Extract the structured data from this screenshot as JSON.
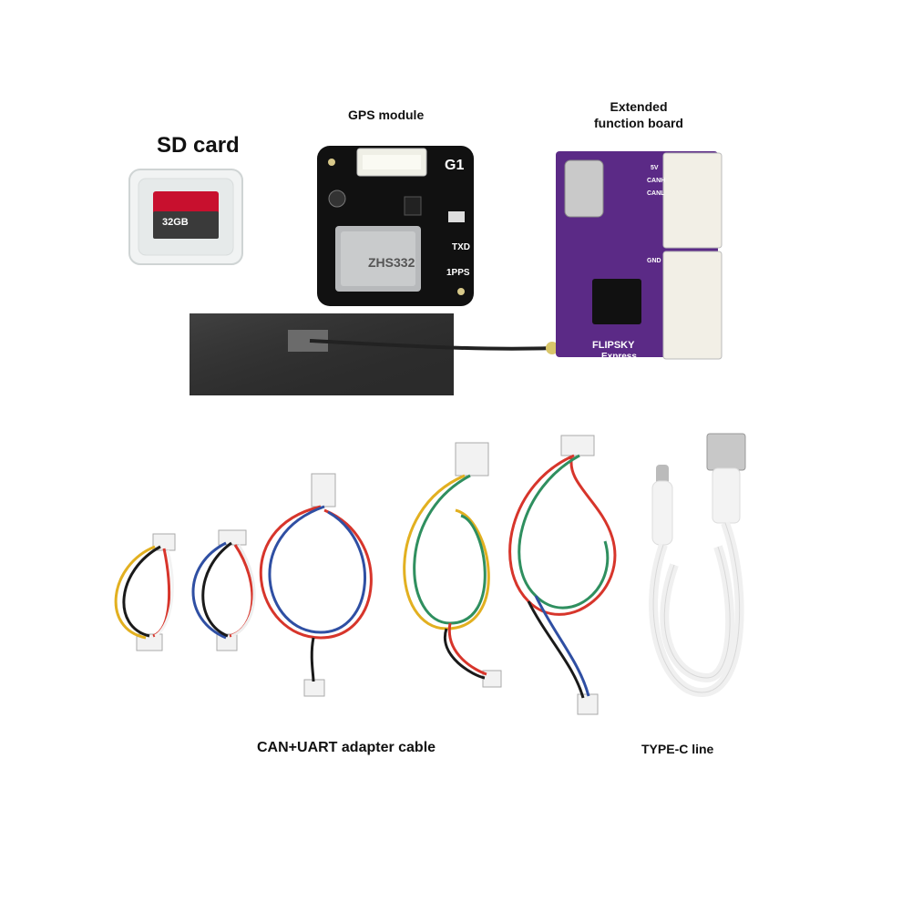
{
  "labels": {
    "sd_card": "SD card",
    "gps_module": "GPS module",
    "extended_line1": "Extended",
    "extended_line2": "function board",
    "can_uart": "CAN+UART adapter cable",
    "type_c": "TYPE-C line"
  },
  "printed": {
    "sd_capacity": "32GB",
    "gps_board_id": "G1",
    "gps_txd": "TXD",
    "gps_1pps": "1PPS",
    "gps_chip": "ZHS332",
    "board_brand": "FLIPSKY",
    "board_model": "Express",
    "pin_5v": "5V",
    "pin_canh": "CANH",
    "pin_canl": "CANL",
    "pin_gnd": "GND"
  },
  "colors": {
    "gps_pcb": "#111111",
    "function_board": "#5b2a86",
    "connector": "#f2efe6",
    "antenna": "#2b2b2b",
    "wire_red": "#d7352b",
    "wire_blue": "#2f4fa3",
    "wire_yellow": "#e2b020",
    "wire_black": "#1a1a1a",
    "wire_orange": "#e07a28",
    "wire_green": "#2f8f5f",
    "usb_cable": "#f3f3f3"
  },
  "icons": [
    "sd-card-icon",
    "gps-module-icon",
    "antenna-icon",
    "function-board-icon",
    "cable-icon",
    "usb-c-cable-icon"
  ]
}
